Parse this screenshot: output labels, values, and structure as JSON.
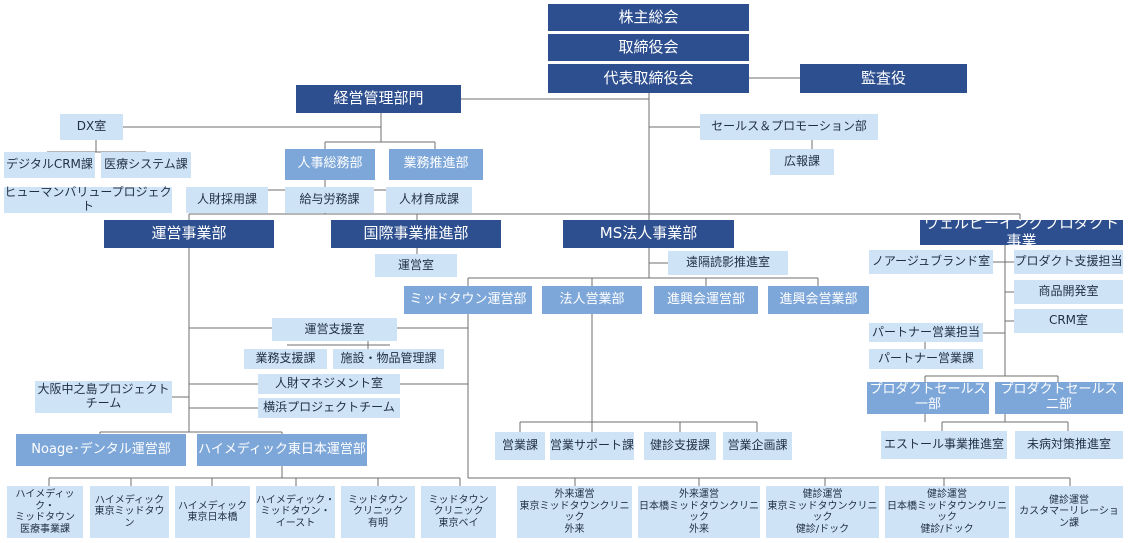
{
  "org": {
    "shareholders": "株主総会",
    "board": "取締役会",
    "ceo_board": "代表取締役会",
    "auditor": "監査役",
    "management": "経営管理部門",
    "dx": "DX室",
    "digital_crm": "デジタルCRM課",
    "medical_system": "医療システム課",
    "human_value": "ヒューマンバリュープロジェクト",
    "hr_general": "人事総務部",
    "biz_promo": "業務推進部",
    "recruiting": "人財採用課",
    "payroll": "給与労務課",
    "training": "人材育成課",
    "sales_promo": "セールス＆プロモーション部",
    "pr": "広報課",
    "operations": "運営事業部",
    "intl": "国際事業推進部",
    "ops_office": "運営室",
    "ms_corp": "MS法人事業部",
    "remote_reading": "遠隔読影推進室",
    "wellbeing": "ウェルビーイングプロダクト事業",
    "noage_brand": "ノアージュブランド室",
    "product_support": "プロダクト支援担当",
    "product_dev": "商品開発室",
    "crm_office": "CRM室",
    "partner_sales_rep": "パートナー営業担当",
    "partner_sales": "パートナー営業課",
    "product_sales_1": "プロダクトセールス一部",
    "product_sales_2": "プロダクトセールス二部",
    "estoll": "エストール事業推進室",
    "prevention": "未病対策推進室",
    "midtown_ops": "ミッドタウン運営部",
    "corp_sales": "法人営業部",
    "shinko_ops": "進興会運営部",
    "shinko_sales": "進興会営業部",
    "ops_support": "運営支援室",
    "biz_support": "業務支援課",
    "facility": "施設・物品管理課",
    "talent_mgmt": "人財マネジメント室",
    "osaka": "大阪中之島プロジェクト\nチーム",
    "yokohama": "横浜プロジェクトチーム",
    "noage_dental": "Noage･デンタル運営部",
    "himedic_east": "ハイメディック東日本運営部",
    "sales_div": "営業課",
    "sales_support": "営業サポート課",
    "health_support": "健診支援課",
    "ops_planning": "営業企画課",
    "leaves": [
      "ハイメディック・\nミッドタウン\n医療事業課",
      "ハイメディック\n東京ミッドタウン",
      "ハイメディック\n東京日本橋",
      "ハイメディック・\nミッドタウン・\nイースト",
      "ミッドタウン\nクリニック\n有明",
      "ミッドタウン\nクリニック\n東京ベイ",
      "外来運営\n東京ミッドタウンクリニック\n外来",
      "外来運営\n日本橋ミッドタウンクリニック\n外来",
      "健診運営\n東京ミッドタウンクリニック\n健診/ドック",
      "健診運営\n日本橋ミッドタウンクリニック\n健診/ドック",
      "健診運営\nカスタマーリレーション課"
    ]
  },
  "colors": {
    "level1": "#2e4f8f",
    "level2": "#7ea7d9",
    "level3": "#cfe3f6",
    "line": "#6f6f6f"
  }
}
